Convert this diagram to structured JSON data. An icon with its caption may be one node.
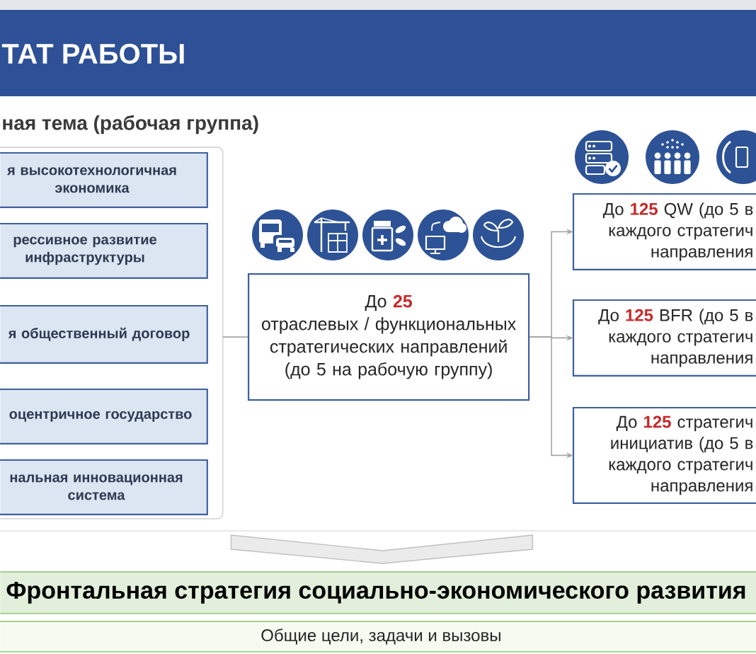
{
  "diagram": {
    "title": "ТАТ РАБОТЫ",
    "nodes": [
      {
        "text": [],
        "shape": "box"
      },
      {
        "text": [
          "я высокотехнологичная экономика"
        ],
        "in": 0
      },
      {
        "text": [
          "рессивное развитие инфраструктуры"
        ],
        "in": 0
      },
      {
        "text": [
          "я общественный договор"
        ],
        "in": 0
      },
      {
        "text": [
          "оцентричное государство"
        ],
        "in": 0
      },
      {
        "text": [
          "нальная инновационная система"
        ],
        "in": 0
      },
      {
        "text": [
          "До **25**",
          "отраслевых / функциональных стратегических направлений (до 5 на рабочую группу)"
        ]
      },
      {
        "text": [
          "До **125** QW (до 5 в каждого стратегич направления"
        ]
      },
      {
        "text": [
          "До **125** BFR (до 5 в каждого стратегич направления"
        ]
      },
      {
        "text": [
          "До **125** стратегич инициатив (до 5 в каждого стратегич направления"
        ]
      },
      {
        "text": [
          "Фронтальная стратегия социально-экономического развития"
        ]
      },
      {
        "text": [
          "Общие цели, задачи и вызовы"
        ]
      }
    ],
    "edges": [
      {
        "from": 0,
        "to": 6,
        "arrow": "none"
      },
      {
        "from": 6,
        "to": 7,
        "arrow": "to"
      },
      {
        "from": 6,
        "to": 8,
        "arrow": "to"
      },
      {
        "from": 6,
        "to": 9,
        "arrow": "to"
      },
      {
        "from": null,
        "to": 10,
        "arrow": "to"
      }
    ],
    "labels": [
      "ная тема (рабочая группа)"
    ]
  }
}
